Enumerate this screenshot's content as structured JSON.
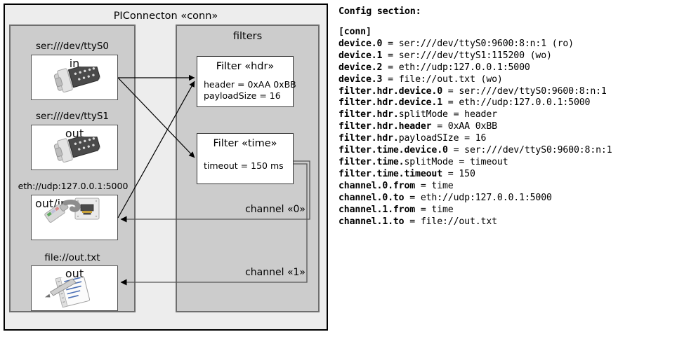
{
  "diagram": {
    "title": "PIConnecton «conn»",
    "devices_group": {
      "name": "devices-group",
      "entries": [
        {
          "label": "ser:///dev/ttyS0",
          "direction": "in",
          "icon": "serial-port-icon"
        },
        {
          "label": "ser:///dev/ttyS1",
          "direction": "out",
          "icon": "serial-port-icon"
        },
        {
          "label": "eth://udp:127.0.0.1:5000",
          "direction": "out/in",
          "icon": "ethernet-jack-icon"
        },
        {
          "label": "file://out.txt",
          "direction": "out",
          "icon": "text-file-icon"
        }
      ]
    },
    "filters_group": {
      "title": "filters",
      "filters": [
        {
          "title": "Filter «hdr»",
          "props": [
            "header = 0xAA 0xBB",
            "payloadSize = 16"
          ]
        },
        {
          "title": "Filter «time»",
          "props": [
            "timeout = 150 ms"
          ]
        }
      ]
    },
    "channels": [
      {
        "label": "channel «0»"
      },
      {
        "label": "channel «1»"
      }
    ],
    "colors": {
      "frame_border": "#000000",
      "frame_fill": "#ededed",
      "group_fill": "#cccccc",
      "group_border": "#6e6e6e",
      "card_fill": "#ffffff",
      "card_border": "#555555",
      "connector": "#000000"
    }
  },
  "config": {
    "heading": "Config section:",
    "lines": [
      {
        "text": "[conn]",
        "bold_end": 6
      },
      {
        "text": "device.0 = ser:///dev/ttyS0:9600:8:n:1 (ro)",
        "bold_end": 8
      },
      {
        "text": "device.1 = ser:///dev/ttyS1:115200 (wo)",
        "bold_end": 8
      },
      {
        "text": "device.2 = eth://udp:127.0.0.1:5000",
        "bold_end": 8
      },
      {
        "text": "device.3 = file://out.txt (wo)",
        "bold_end": 8
      },
      {
        "text": "filter.hdr.device.0 = ser:///dev/ttyS0:9600:8:n:1",
        "bold_end": 19
      },
      {
        "text": "filter.hdr.device.1 = eth://udp:127.0.0.1:5000",
        "bold_end": 19
      },
      {
        "text": "filter.hdr.splitMode = header",
        "bold_end": 11
      },
      {
        "text": "filter.hdr.header = 0xAA 0xBB",
        "bold_end": 18
      },
      {
        "text": "filter.hdr.payloadSIze = 16",
        "bold_end": 11
      },
      {
        "text": "filter.time.device.0 = ser:///dev/ttyS0:9600:8:n:1",
        "bold_end": 20
      },
      {
        "text": "filter.time.splitMode = timeout",
        "bold_end": 12
      },
      {
        "text": "filter.time.timeout = 150",
        "bold_end": 19
      },
      {
        "text": "channel.0.from = time",
        "bold_end": 14
      },
      {
        "text": "channel.0.to = eth://udp:127.0.0.1:5000",
        "bold_end": 12
      },
      {
        "text": "channel.1.from = time",
        "bold_end": 14
      },
      {
        "text": "channel.1.to = file://out.txt",
        "bold_end": 12
      }
    ]
  }
}
